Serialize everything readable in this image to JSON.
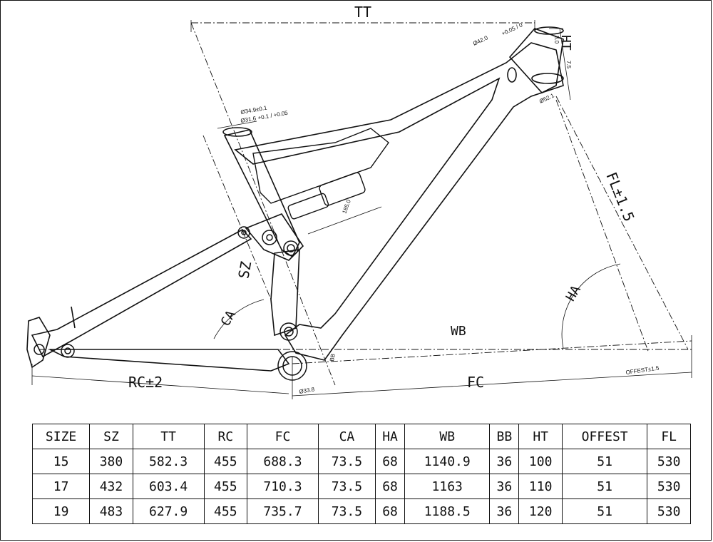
{
  "labels": {
    "tt": "TT",
    "ht": "HT",
    "fl": "FL±1.5",
    "sz": "SZ",
    "ca": "CA",
    "ha": "HA",
    "wb": "WB",
    "fc": "FC",
    "rc": "RC±2",
    "bb": "BB",
    "offest": "OFFEST±1.5",
    "head_top": "Ø42.0",
    "head_top_tol": "+0.05 / 0",
    "head_bot": "Ø52.1",
    "seat_outer": "Ø34.9±0.1",
    "seat_inner": "Ø31.6",
    "seat_inner_tol": "+0.1 / +0.05",
    "shock": "185.0",
    "bb_dia": "Ø33.8",
    "dim_30": "3.0",
    "dim_75": "7.5"
  },
  "table": {
    "headers": [
      "SIZE",
      "SZ",
      "TT",
      "RC",
      "FC",
      "CA",
      "HA",
      "WB",
      "BB",
      "HT",
      "OFFEST",
      "FL"
    ],
    "rows": [
      [
        "15",
        "380",
        "582.3",
        "455",
        "688.3",
        "73.5",
        "68",
        "1140.9",
        "36",
        "100",
        "51",
        "530"
      ],
      [
        "17",
        "432",
        "603.4",
        "455",
        "710.3",
        "73.5",
        "68",
        "1163",
        "36",
        "110",
        "51",
        "530"
      ],
      [
        "19",
        "483",
        "627.9",
        "455",
        "735.7",
        "73.5",
        "68",
        "1188.5",
        "36",
        "120",
        "51",
        "530"
      ]
    ]
  }
}
